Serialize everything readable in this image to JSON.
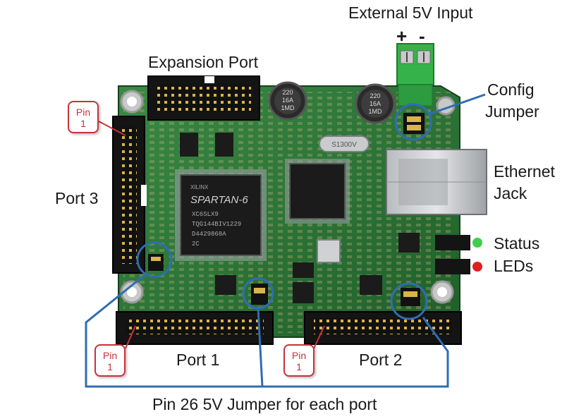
{
  "labels": {
    "external_input": "External 5V Input",
    "plus": "+",
    "minus": "-",
    "expansion_port": "Expansion Port",
    "config_jumper_line1": "Config",
    "config_jumper_line2": "Jumper",
    "ethernet_line1": "Ethernet",
    "ethernet_line2": "Jack",
    "port3": "Port 3",
    "status_line1": "Status",
    "status_line2": "LEDs",
    "port1": "Port 1",
    "port2": "Port 2",
    "footer": "Pin 26  5V Jumper for each port"
  },
  "pin_callouts": [
    {
      "line1": "Pin",
      "line2": "1"
    },
    {
      "line1": "Pin",
      "line2": "1"
    },
    {
      "line1": "Pin",
      "line2": "1"
    }
  ],
  "chip_text": {
    "fpga_brand": "XILINX",
    "fpga_name": "SPARTAN-6",
    "fpga_part": "XC6SLX9",
    "fpga_code1": "TQG144BIV1229",
    "fpga_code2": "D4429868A",
    "fpga_code3": "2C",
    "crystal": "S1300V",
    "cap1_line1": "220",
    "cap1_line2": "16A",
    "cap1_line3": "1MD",
    "cap2_line1": "220",
    "cap2_line2": "16A",
    "cap2_line3": "1MD"
  },
  "colors": {
    "pcb": "#2f7a3a",
    "pcb_dark": "#1d5a28",
    "callout_red": "#c8323a",
    "circle_blue": "#2e6db4",
    "terminal_green": "#35b34a",
    "led_green": "#3fcf4a",
    "led_red": "#e02020"
  }
}
